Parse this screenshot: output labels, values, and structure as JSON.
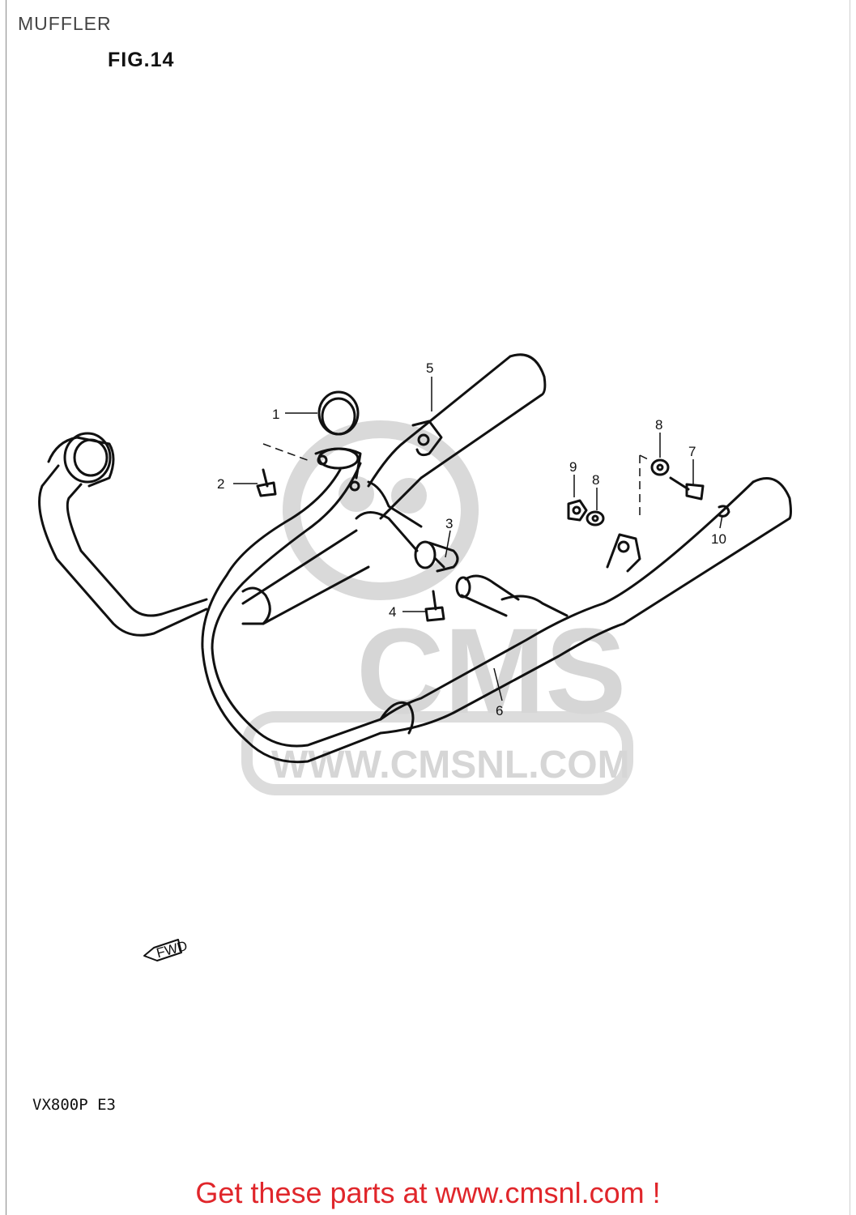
{
  "page": {
    "title": "MUFFLER",
    "figure": "FIG.14",
    "model": "VX800P E3",
    "cta": "Get these parts at www.cmsnl.com !"
  },
  "diagram": {
    "callouts": [
      "1",
      "2",
      "3",
      "4",
      "5",
      "6",
      "7",
      "8",
      "8",
      "9",
      "10"
    ],
    "direction_label": "FWD",
    "watermark_logo": "CMS",
    "watermark_url": "WWW.CMSNL.COM"
  },
  "colors": {
    "line": "#111111",
    "watermark": "#d8d8d8",
    "cta": "#e0262b"
  }
}
